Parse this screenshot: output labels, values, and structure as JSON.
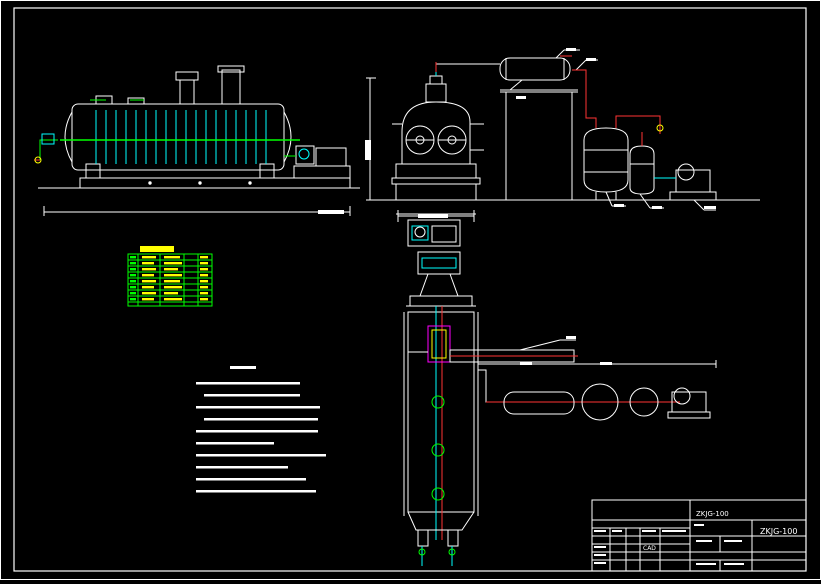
{
  "drawing": {
    "drawing_code": "ZKJG-100",
    "title_block_name": "ZKJG-100",
    "software_cell": "CAD"
  },
  "colors": {
    "background": "#000000",
    "frame": "#ffffff",
    "equipment": "#ffffff",
    "piping": "#ff3333",
    "accent_cyan": "#00ffff",
    "accent_green": "#00ff00",
    "accent_yellow": "#ffff00",
    "accent_magenta": "#ff00ff",
    "table_green": "#00ff00",
    "table_yellow": "#ffff00"
  }
}
